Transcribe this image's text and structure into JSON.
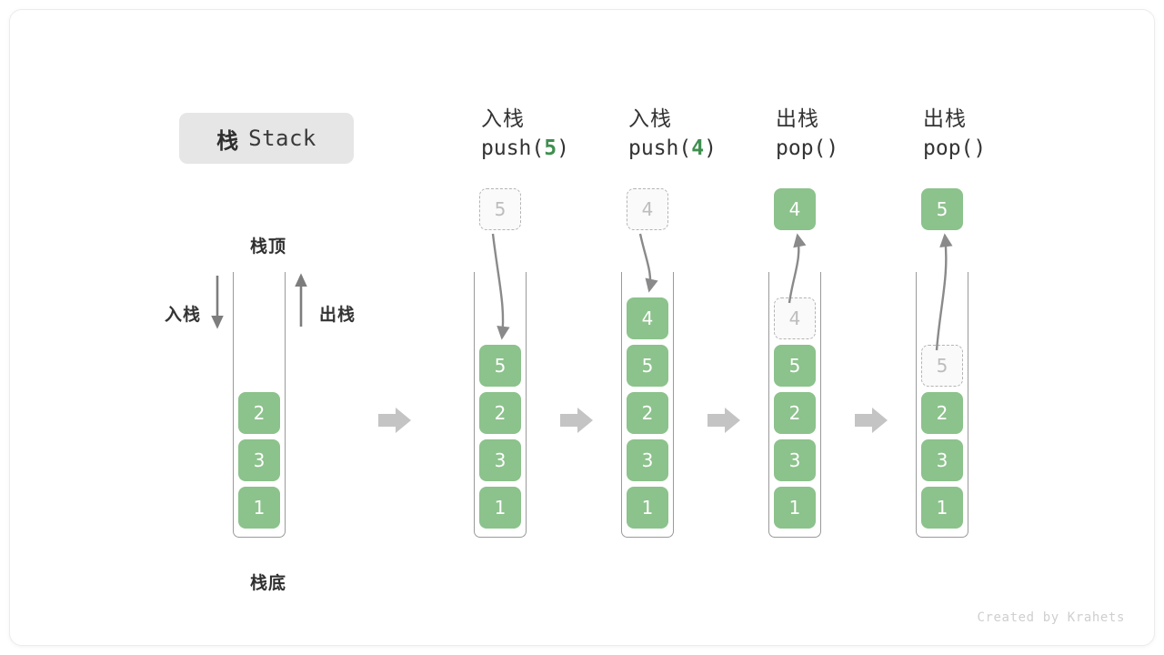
{
  "title": {
    "cn": "栈",
    "en": "Stack"
  },
  "watermark": "Created by Krahets",
  "colors": {
    "cell_fill": "#8cc28c",
    "cell_text": "#ffffff",
    "ghost_border": "#b4b4b4",
    "ghost_text": "#bdbdbd",
    "accent_green": "#3f8f4f",
    "arrow_gray": "#9a9a9a",
    "step_arrow": "#c4c4c4",
    "badge_bg": "#e6e6e6"
  },
  "first_column": {
    "top_label": "栈顶",
    "bottom_label": "栈底",
    "push_label": "入栈",
    "pop_label": "出栈",
    "cells": [
      "2",
      "3",
      "1"
    ]
  },
  "steps": [
    {
      "op_cn": "入栈",
      "op_code_prefix": "push(",
      "op_code_value": "5",
      "op_code_suffix": ")",
      "detached_cell": {
        "value": "5",
        "style": "ghost"
      },
      "arrow_direction": "down",
      "cells": [
        {
          "value": "5",
          "style": "solid"
        },
        {
          "value": "2",
          "style": "solid"
        },
        {
          "value": "3",
          "style": "solid"
        },
        {
          "value": "1",
          "style": "solid"
        }
      ]
    },
    {
      "op_cn": "入栈",
      "op_code_prefix": "push(",
      "op_code_value": "4",
      "op_code_suffix": ")",
      "detached_cell": {
        "value": "4",
        "style": "ghost"
      },
      "arrow_direction": "down",
      "cells": [
        {
          "value": "4",
          "style": "solid"
        },
        {
          "value": "5",
          "style": "solid"
        },
        {
          "value": "2",
          "style": "solid"
        },
        {
          "value": "3",
          "style": "solid"
        },
        {
          "value": "1",
          "style": "solid"
        }
      ]
    },
    {
      "op_cn": "出栈",
      "op_code_prefix": "pop(",
      "op_code_value": "",
      "op_code_suffix": ")",
      "detached_cell": {
        "value": "4",
        "style": "solid"
      },
      "arrow_direction": "up",
      "cells": [
        {
          "value": "4",
          "style": "ghost"
        },
        {
          "value": "5",
          "style": "solid"
        },
        {
          "value": "2",
          "style": "solid"
        },
        {
          "value": "3",
          "style": "solid"
        },
        {
          "value": "1",
          "style": "solid"
        }
      ]
    },
    {
      "op_cn": "出栈",
      "op_code_prefix": "pop(",
      "op_code_value": "",
      "op_code_suffix": ")",
      "detached_cell": {
        "value": "5",
        "style": "solid"
      },
      "arrow_direction": "up",
      "cells": [
        {
          "value": "5",
          "style": "ghost"
        },
        {
          "value": "2",
          "style": "solid"
        },
        {
          "value": "3",
          "style": "solid"
        },
        {
          "value": "1",
          "style": "solid"
        }
      ]
    }
  ],
  "step_separator_icon": "right-arrow"
}
